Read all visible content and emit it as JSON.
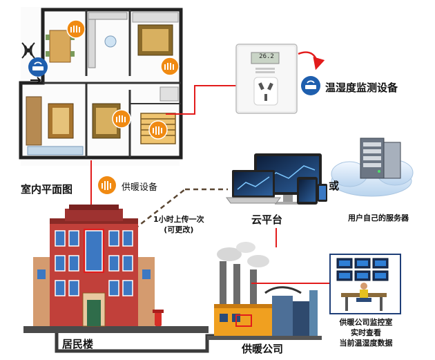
{
  "labels": {
    "floor_plan": "室内平面图",
    "heating_device": "供暖设备",
    "sensor": "温湿度监测设备",
    "upload_line1": "1小时上传一次",
    "upload_line2": "(可更改)",
    "cloud": "云平台",
    "or": "或",
    "user_server": "用户自己的服务器",
    "building": "居民楼",
    "company": "供暖公司",
    "monitor_line1": "供暖公司监控室",
    "monitor_line2": "实时查看",
    "monitor_line3": "当前温湿度数据"
  },
  "sensor_display": "26.2",
  "colors": {
    "link_red": "#e21b1b",
    "heater_orange": "#f08a12",
    "sensor_blue": "#1f5fae",
    "upload_dash": "#5a4632",
    "pipe_dark": "#3b3b3b"
  },
  "icons": {
    "heater": "radiator-icon",
    "sensor": "router-icon",
    "wifi": "wifi-icon"
  }
}
